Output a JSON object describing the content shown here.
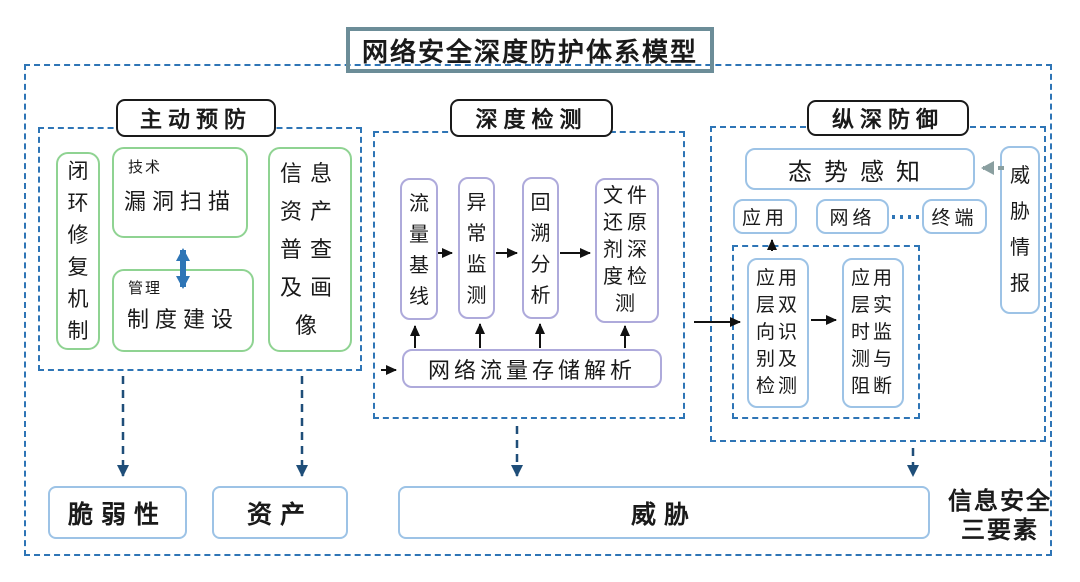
{
  "title": "网络安全深度防护体系模型",
  "active_prevention": {
    "header": "主动预防",
    "closed_loop_repair": "闭环修复机制",
    "tech_label": "技术",
    "vuln_scan": "漏洞扫描",
    "mgmt_label": "管理",
    "system_building": "制度建设",
    "asset_survey": "信息资产普查及画像"
  },
  "deep_detection": {
    "header": "深度检测",
    "steps": [
      "流量基线",
      "异常监测",
      "回溯分析",
      "文件还原剂深度检测"
    ],
    "storage_parse": "网络流量存储解析"
  },
  "defense_in_depth": {
    "header": "纵深防御",
    "situation_awareness": "态势感知",
    "layers": [
      "应用",
      "网络",
      "终端"
    ],
    "threat_intelligence": "威胁情报",
    "bidirectional_detection": "应用层双向识别及检测",
    "realtime_blocking": "应用层实时监测与阻断"
  },
  "bottom": {
    "vulnerability": "脆弱性",
    "asset": "资产",
    "threat": "威胁",
    "triad_caption": "信息安全三要素"
  },
  "colors": {
    "dashed_border": "#2E75B6",
    "navy_arrow": "#1F4E79",
    "green_border": "#8FD392",
    "lavender_border": "#AEAADB",
    "light_blue_border": "#9DC3E6",
    "title_border": "#6C8D98",
    "double_arrow": "#2E75B6",
    "gray_arrow": "#8A9FA0"
  }
}
